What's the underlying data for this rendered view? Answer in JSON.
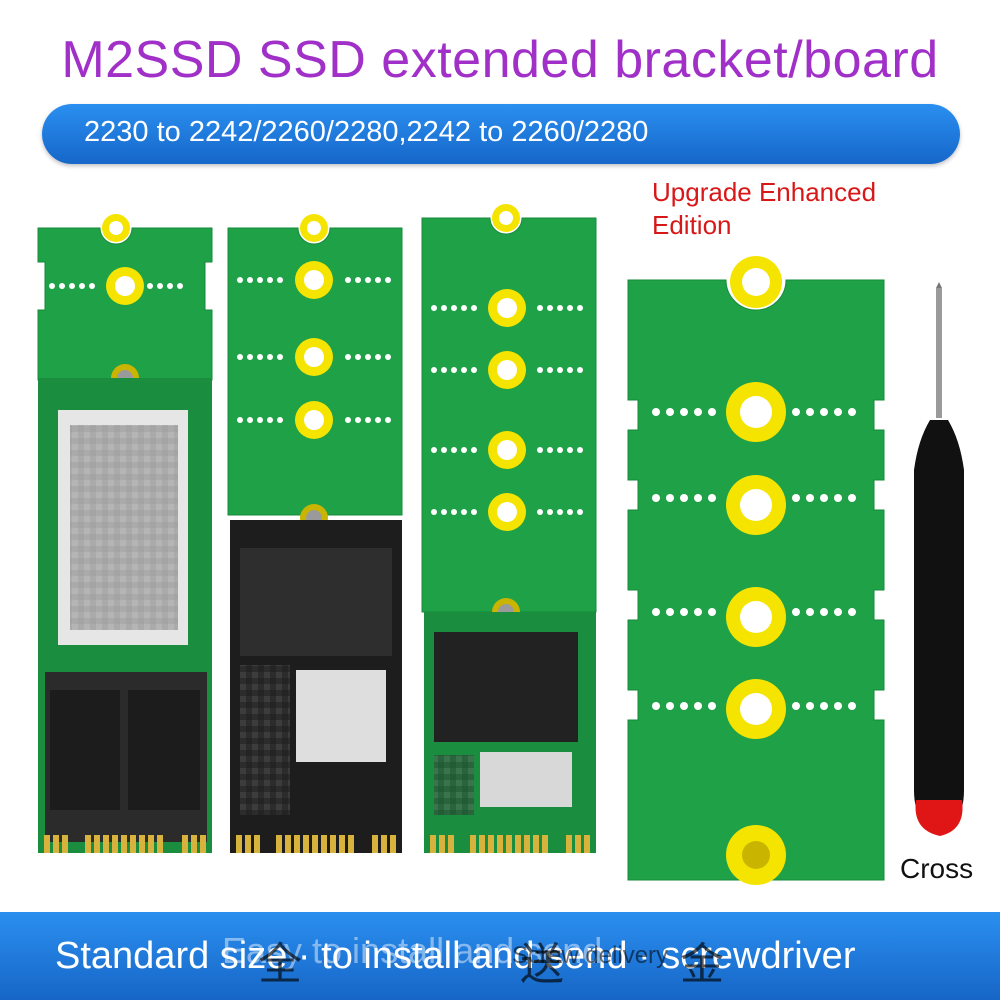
{
  "title": "M2SSD SSD extended bracket/board",
  "subtitle": "2230 to 2242/2260/2280,2242 to 2260/2280",
  "badge": "Upgrade Enhanced Edition",
  "tool_label": "Cross",
  "bottom": {
    "main": "Standard size  ·  to install and send  ·  screwdriver",
    "overlay": "Easy to install and send",
    "overlay_small": "Screw delivery",
    "glyph_1": "全",
    "glyph_2": "送",
    "glyph_3": "金"
  },
  "colors": {
    "title": "#a030c8",
    "banner": "#1e7ad8",
    "pcb_green": "#1fa148",
    "pad_yellow": "#f5e400",
    "badge_red": "#d81818"
  }
}
